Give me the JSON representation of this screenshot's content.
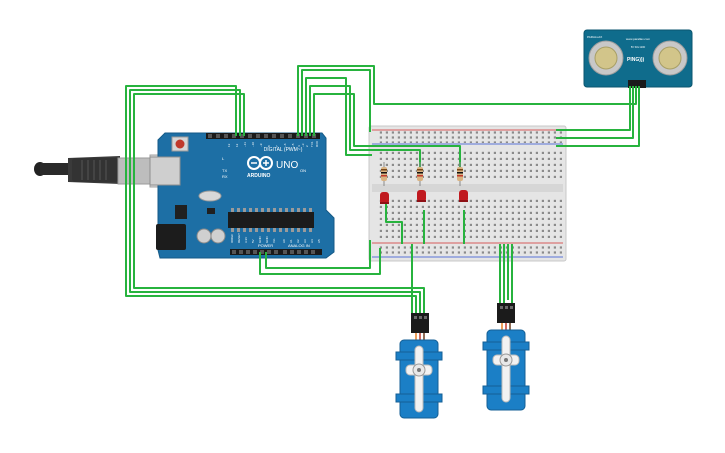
{
  "arduino": {
    "brand": "ARDUINO",
    "model": "UNO",
    "aref_label": "AREF",
    "gnd_label": "GND",
    "digital_header": "DIGITAL (PWM~)",
    "tx_label": "TX",
    "rx_label": "RX",
    "l_label": "L",
    "on_label": "ON",
    "power_label": "POWER",
    "analog_label": "ANALOG IN",
    "power_pins": [
      "IOREF",
      "RESET",
      "3.3V",
      "5V",
      "GND",
      "GND",
      "Vin"
    ],
    "analog_pins": [
      "A0",
      "A1",
      "A2",
      "A3",
      "A4",
      "A5"
    ],
    "digital_pins": [
      "13",
      "12",
      "~11",
      "~10",
      "~9",
      "8",
      "7",
      "~6",
      "~5",
      "4",
      "~3",
      "2",
      "TX1",
      "RX0"
    ]
  },
  "sensor": {
    "model_label": "PING)))",
    "brand_line": "www.parallax.com",
    "pin_label_top": "5V SIG GND",
    "left_text": "PARALLAX"
  },
  "colors": {
    "wire": "#27b33e",
    "board": "#1d6fa5",
    "breadboard": "#e5e5e5",
    "led": "#c0191f",
    "servo": "#1b7fc6",
    "sensor": "#0f6c8c"
  }
}
